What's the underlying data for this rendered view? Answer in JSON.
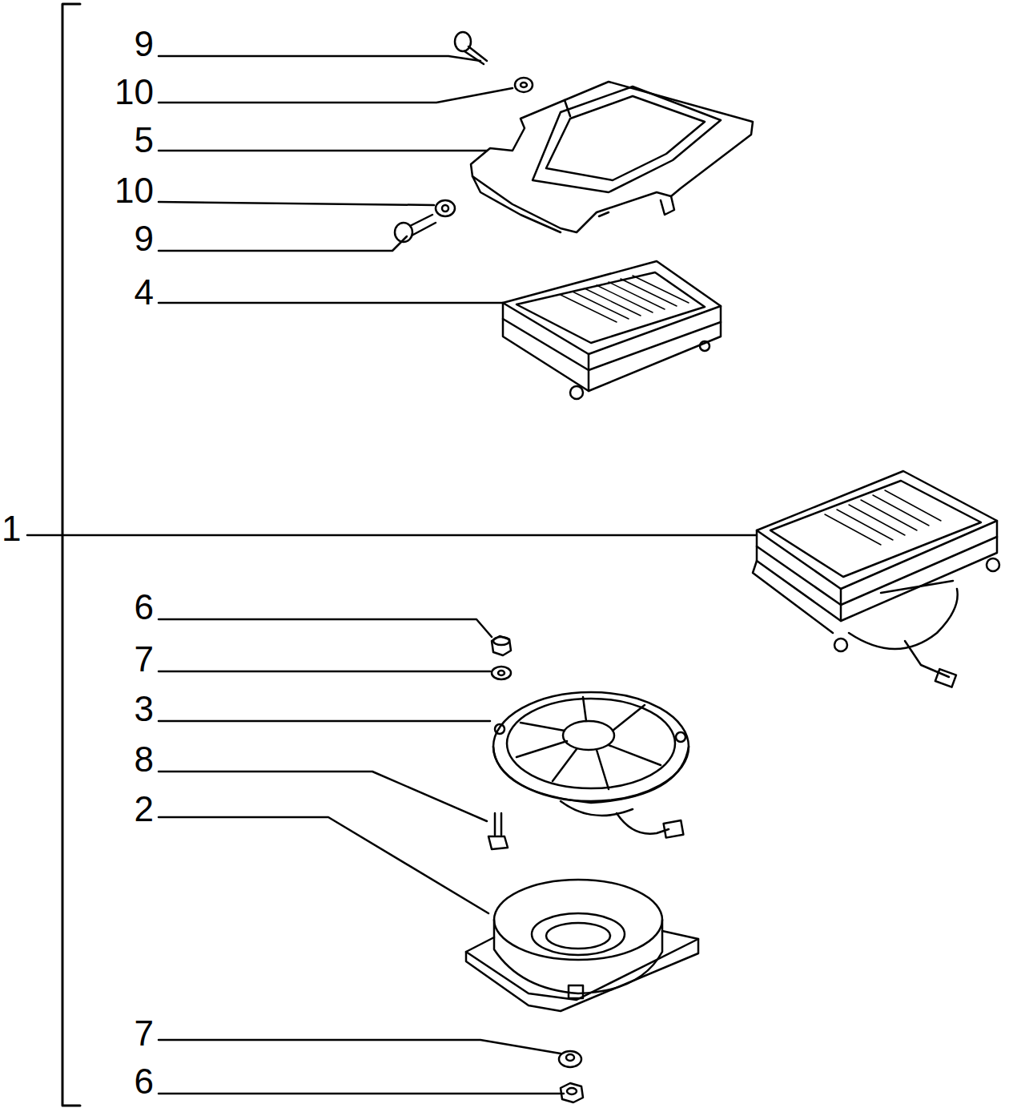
{
  "diagram": {
    "labels": [
      "9",
      "10",
      "5",
      "10",
      "9",
      "4",
      "1",
      "6",
      "7",
      "3",
      "8",
      "2",
      "7",
      "6"
    ]
  }
}
